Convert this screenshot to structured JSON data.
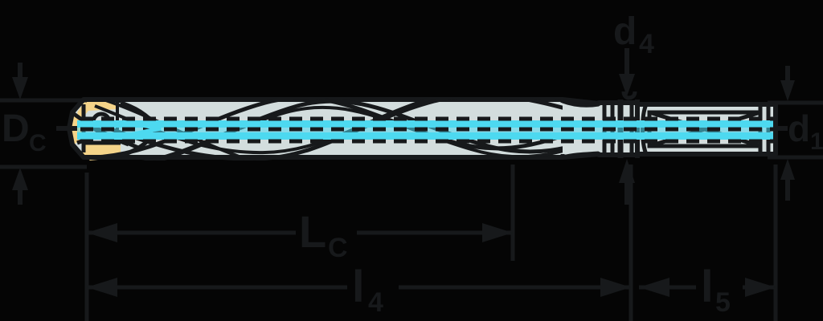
{
  "drawing": {
    "title": "Drill tool technical dimension drawing",
    "type": "engineering-line-drawing",
    "background_color": "#050505",
    "line_color": "#17191b",
    "body_color": "#d3dddd",
    "insert_color": "#f5d489",
    "coolant_color": "#4dd9f0",
    "outline_color": "#17191b"
  },
  "dimensions": {
    "dc": {
      "label": "D",
      "sub": "C",
      "name": "cutting-diameter"
    },
    "d4": {
      "label": "d",
      "sub": "4",
      "name": "neck-diameter"
    },
    "d1": {
      "label": "d",
      "sub": "1",
      "name": "shank-diameter"
    },
    "lc": {
      "label": "L",
      "sub": "C",
      "name": "flute-length"
    },
    "l4": {
      "label": "l",
      "sub": "4",
      "name": "overall-body-length"
    },
    "l5": {
      "label": "l",
      "sub": "5",
      "name": "shank-length"
    }
  },
  "tool": {
    "name": "indexable-insert-drill",
    "parts": [
      {
        "name": "cutting-insert-tip",
        "color": "#f5d489"
      },
      {
        "name": "fluted-body",
        "color": "#d3dddd"
      },
      {
        "name": "neck-rings",
        "color": "#d3dddd"
      },
      {
        "name": "cylindrical-shank",
        "color": "#d3dddd"
      },
      {
        "name": "internal-coolant-channel",
        "color": "#4dd9f0"
      }
    ]
  }
}
